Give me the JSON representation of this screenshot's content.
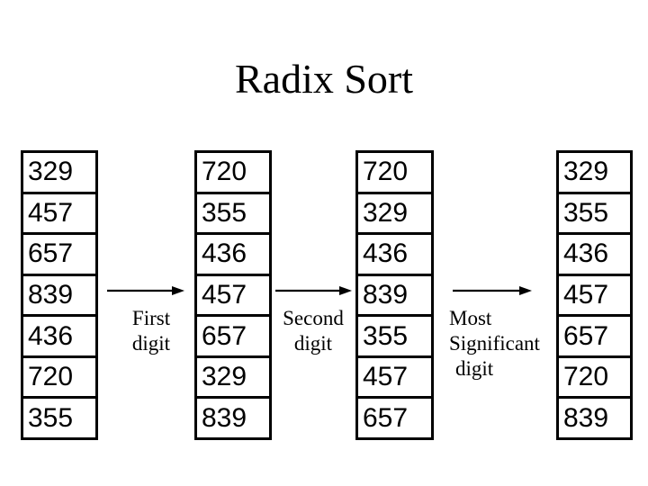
{
  "title": "Radix Sort",
  "colors": {
    "background": "#ffffff",
    "text": "#000000",
    "box_border": "#000000",
    "arrow": "#000000"
  },
  "columns": [
    {
      "values": [
        "329",
        "457",
        "657",
        "839",
        "436",
        "720",
        "355"
      ]
    },
    {
      "values": [
        "720",
        "355",
        "436",
        "457",
        "657",
        "329",
        "839"
      ]
    },
    {
      "values": [
        "720",
        "329",
        "436",
        "839",
        "355",
        "457",
        "657"
      ]
    },
    {
      "values": [
        "329",
        "355",
        "436",
        "457",
        "657",
        "720",
        "839"
      ]
    }
  ],
  "arrow_labels": [
    {
      "lines": [
        "First",
        "digit"
      ]
    },
    {
      "lines": [
        "Second",
        "digit"
      ]
    },
    {
      "lines": [
        "Most",
        "Significant",
        "digit"
      ]
    }
  ]
}
